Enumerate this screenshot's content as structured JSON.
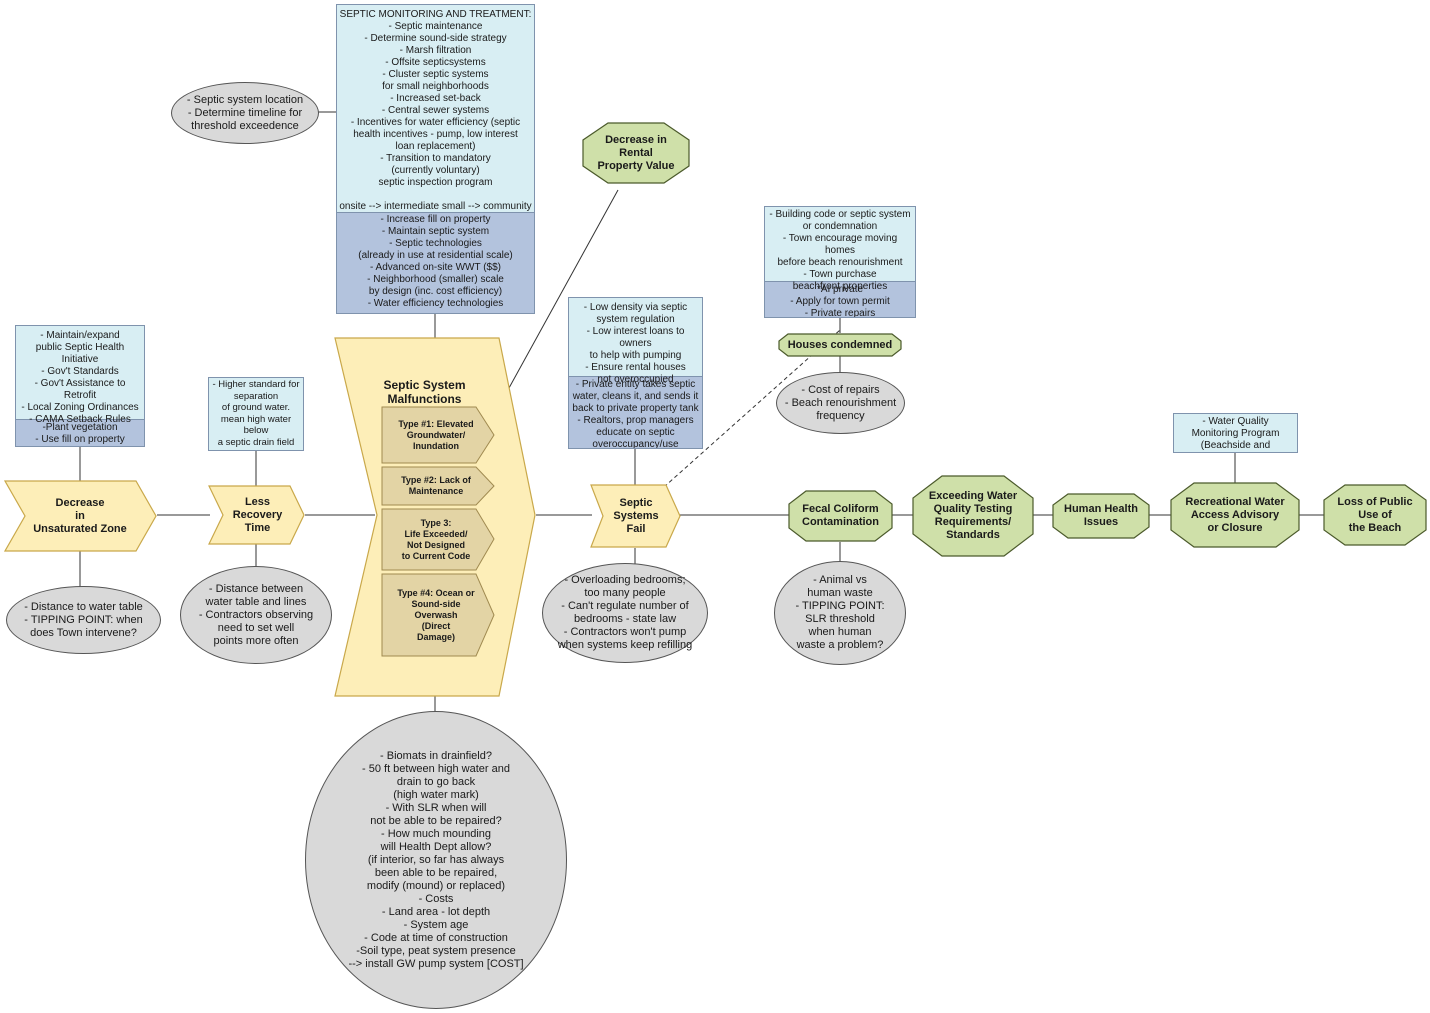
{
  "nodes": {
    "decrease_unsaturated": "Decrease\nin\nUnsaturated Zone",
    "less_recovery": "Less\nRecovery\nTime",
    "septic_malfunctions": "Septic System\nMalfunctions",
    "type1": "Type #1: Elevated\nGroundwater/\nInundation",
    "type2": "Type #2: Lack of\nMaintenance",
    "type3": "Type 3:\nLife Exceeded/\nNot Designed\nto Current Code",
    "type4": "Type #4: Ocean or\nSound-side\nOverwash\n(Direct\nDamage)",
    "septic_fail": "Septic\nSystems\nFail",
    "rental_value": "Decrease in\nRental\nProperty Value",
    "houses_condemned": "Houses condemned",
    "fecal_coliform": "Fecal Coliform\nContamination",
    "exceeding_water": "Exceeding Water\nQuality Testing\nRequirements/\nStandards",
    "human_health": "Human Health\nIssues",
    "recreational_water": "Recreational Water\nAccess Advisory\nor Closure",
    "loss_beach": "Loss of Public\nUse of\nthe Beach"
  },
  "boxes": {
    "monitoring_top": "SEPTIC MONITORING AND TREATMENT:\n- Septic maintenance\n- Determine sound-side strategy\n- Marsh filtration\n- Offsite septicsystems\n- Cluster septic systems\nfor small neighborhoods\n- Increased set-back\n- Central sewer systems\n- Incentives for water efficiency (septic\nhealth incentives - pump, low interest\nloan replacement)\n- Transition to mandatory\n(currently voluntary)\nseptic inspection program\n\nonsite --> intermediate small --> community",
    "monitoring_bottom": "- Increase fill on property\n- Maintain septic system\n- Septic technologies\n(already in use at residential scale)\n- Advanced on-site WWT ($$)\n- Neighborhood (smaller) scale\nby design (inc. cost efficiency)\n- Water efficiency technologies",
    "health_top": "- Maintain/expand\npublic Septic Health\nInitiative\n- Gov't Standards\n- Gov't Assistance to Retrofit\n- Local Zoning Ordinances\n- CAMA Setback Rules",
    "health_bottom": "-Plant vegetation\n- Use fill on property",
    "standard_box": "- Higher standard for\nseparation\nof ground water.\nmean high water\nbelow\na septic drain field",
    "density_top": "- Low density via septic\nsystem regulation\n- Low interest loans to owners\nto help with pumping\n- Ensure rental houses\nnot overoccupied",
    "density_bottom": "- Private entity takes septic\nwater, cleans it, and sends it\nback to private property tank\n- Realtors, prop managers\neducate on septic\noveroccupancy/use",
    "building_top": "- Building code or septic system\nor condemnation\n- Town encourage moving homes\nbefore beach renourishment\n- Town purchase\nbeachfront properties",
    "building_bottom": "*AI private\n- Apply for town permit\n- Private repairs",
    "water_quality": "- Water Quality\nMonitoring Program\n(Beachside and Soundside)"
  },
  "ellipses": {
    "septic_location": "- Septic system location\n- Determine timeline for\nthreshold exceedence",
    "distance_table": "- Distance to water table\n- TIPPING POINT: when\ndoes Town intervene?",
    "distance_lines": "- Distance between\nwater table and lines\n- Contractors observing\nneed to set well\npoints more often",
    "overloading": "- Overloading bedrooms;\ntoo many people\n- Can't regulate number of\nbedrooms - state law\n- Contractors won't pump\nwhen systems keep refilling",
    "cost_repairs": "- Cost of repairs\n- Beach renourishment\nfrequency",
    "animal_waste": "- Animal vs\nhuman waste\n- TIPPING POINT:\nSLR threshold\nwhen human\nwaste a problem?",
    "biomats": "- Biomats in drainfield?\n- 50 ft between high water and\ndrain to go back\n(high water mark)\n- With SLR when will\nnot be able to be repaired?\n- How much mounding\nwill Health Dept allow?\n(if interior, so far has always\nbeen able to be repaired,\nmodify (mound) or replaced)\n- Costs\n- Land area - lot depth\n- System age\n- Code at time of construction\n-Soil type, peat system presence\n--> install GW pump system [COST]"
  },
  "colors": {
    "process_fill": "#fdeeb8",
    "process_stroke": "#c9a84a",
    "type_fill": "#e3d4a5",
    "outcome_fill": "#cfe0a9",
    "outcome_stroke": "#4b5a2b",
    "box_top": "#d8eef3",
    "box_bottom": "#b3c3dd",
    "ellipse": "#d9d9d9"
  }
}
